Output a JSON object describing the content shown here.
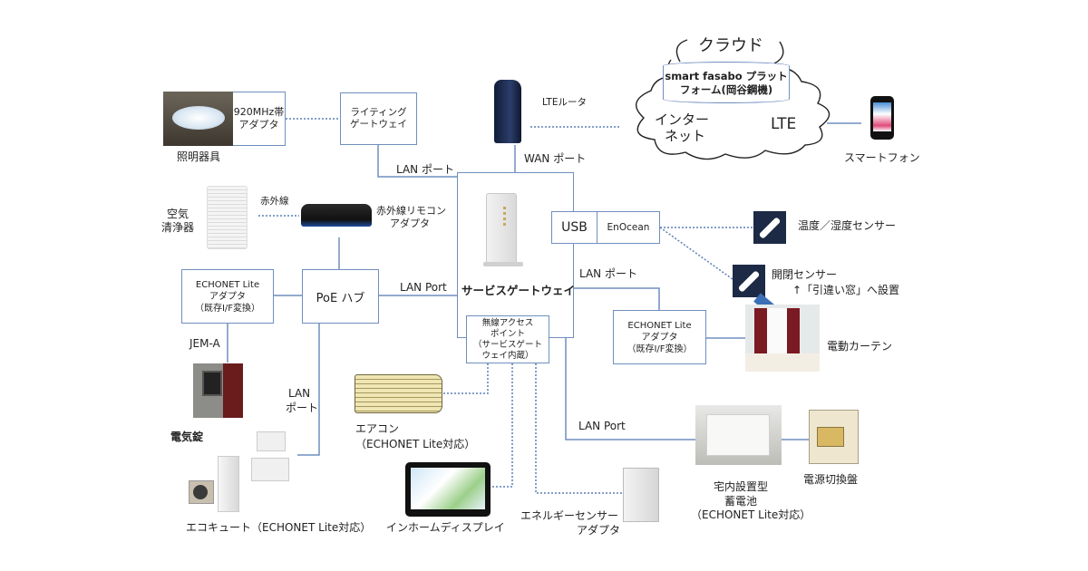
{
  "diagram": {
    "cloud": {
      "title": "クラウド",
      "platform_line1": "smart fasabo プラット",
      "platform_line2": "フォーム(岡谷鋼機)",
      "internet_line1": "インター",
      "internet_line2": "ネット",
      "lte": "LTE"
    },
    "lte_router": {
      "label": "LTEルータ"
    },
    "smartphone": {
      "label": "スマートフォン"
    },
    "lighting": {
      "device_label": "照明器具",
      "adapter_line1": "920MHz帯",
      "adapter_line2": "アダプタ"
    },
    "lighting_gateway": {
      "line1": "ライティング",
      "line2": "ゲートウェイ"
    },
    "air_purifier": {
      "line1": "空気",
      "line2": "清浄器"
    },
    "infrared": {
      "link_label": "赤外線",
      "adapter_line1": "赤外線リモコン",
      "adapter_line2": "アダプタ"
    },
    "echonet_left": {
      "line1": "ECHONET Lite",
      "line2": "アダプタ",
      "line3": "（既存I/F変換）"
    },
    "poe_hub": {
      "label": "PoE ハブ"
    },
    "service_gateway": {
      "label": "サービスゲートウェイ",
      "usb": "USB",
      "enocean": "EnOcean"
    },
    "wireless_ap": {
      "line1": "無線アクセス",
      "line2": "ポイント",
      "line3": "（サービスゲート",
      "line4": "ウェイ内蔵）"
    },
    "port_labels": {
      "lan_port_top": "LAN ポート",
      "wan_port": "WAN ポート",
      "lan_port_hub": "LAN Port",
      "lan_port_right": "LAN ポート",
      "lan_port_bottom": "LAN Port",
      "lan_port_vertical_1": "LAN",
      "lan_port_vertical_2": "ポート",
      "jem_a": "JEM-A"
    },
    "temp_sensor": {
      "label": "温度／湿度センサー"
    },
    "door_sensor": {
      "line1": "開閉センサー",
      "line2": "↑「引違い窓」へ設置"
    },
    "echonet_right": {
      "line1": "ECHONET Lite",
      "line2": "アダプタ",
      "line3": "（既存I/F変換）"
    },
    "curtain": {
      "label": "電動カーテン"
    },
    "electric_lock": {
      "label": "電気錠"
    },
    "aircon": {
      "line1": "エアコン",
      "line2": "（ECHONET Lite対応）"
    },
    "ecocute": {
      "label": "エコキュート（ECHONET Lite対応）"
    },
    "inhome_display": {
      "label": "インホームディスプレイ"
    },
    "energy_sensor": {
      "line1": "エネルギーセンサー",
      "line2": "アダプタ"
    },
    "battery": {
      "line1": "宅内設置型",
      "line2": "蓄電池",
      "line3": "（ECHONET Lite対応）"
    },
    "power_panel": {
      "label": "電源切換盤"
    },
    "colors": {
      "line": "#6f8fbf",
      "dotted": "#5b7fb5",
      "device_dark": "#1d2a45"
    }
  }
}
